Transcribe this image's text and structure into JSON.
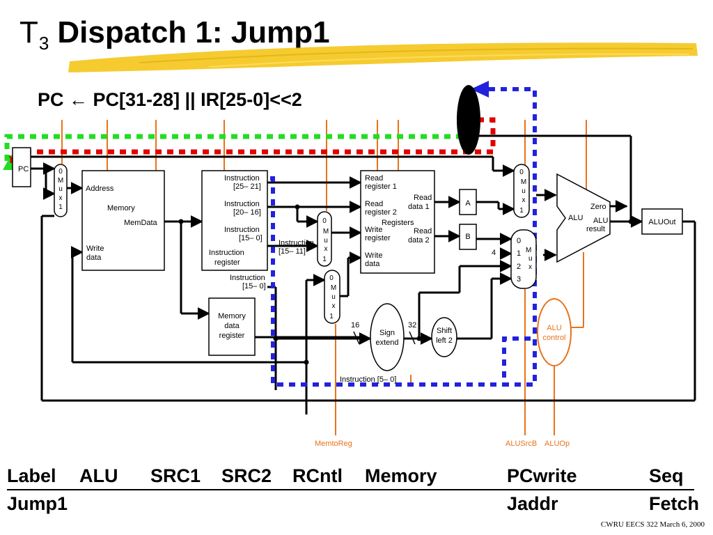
{
  "slide": {
    "title_t": "T",
    "title_sub": "3",
    "title_main": "Dispatch 1: Jump1",
    "formula": "PC ← PC[31-28] || IR[25-0]<<2",
    "footer": "CWRU EECS 322 March 6, 2000",
    "highlight_color": "#f2c200"
  },
  "table": {
    "headers": [
      "Label",
      "ALU",
      "SRC1",
      "SRC2",
      "RCntl",
      "Memory",
      "PCwrite",
      "Seq"
    ],
    "row": {
      "label": "Jump1",
      "pcwrite": "Jaddr",
      "seq": "Fetch"
    }
  },
  "diagram": {
    "pc": "PC",
    "mux_pc": [
      "0",
      "M",
      "u",
      "x",
      "1"
    ],
    "mux_regdst": [
      "0",
      "M",
      "u",
      "x",
      "1"
    ],
    "mux_memtoreg": [
      "0",
      "M",
      "u",
      "x",
      "1"
    ],
    "mux_alusrca": [
      "0",
      "M",
      "u",
      "x",
      "1"
    ],
    "mux_alusrcb": {
      "inputs": [
        "0",
        "1",
        "2",
        "3"
      ],
      "letters": [
        "M",
        "u",
        "x"
      ],
      "const4": "4"
    },
    "memory": {
      "address": "Address",
      "name": "Memory",
      "memdata": "MemData",
      "write1": "Write",
      "write2": "data"
    },
    "ir": {
      "f1a": "Instruction",
      "f1b": "[25– 21]",
      "f2a": "Instruction",
      "f2b": "[20– 16]",
      "f3a": "Instruction",
      "f3b": "[15– 0]",
      "reg1": "Instruction",
      "reg2": "register",
      "f4a": "Instruction",
      "f4b": "[15– 11]",
      "f5a": "Instruction",
      "f5b": "[15– 0]"
    },
    "mdr": [
      "Memory",
      "data",
      "register"
    ],
    "regs": {
      "rr1a": "Read",
      "rr1b": "register 1",
      "rr2a": "Read",
      "rr2b": "register 2",
      "wra": "Write",
      "wrb": "register",
      "wda": "Write",
      "wdb": "data",
      "rd1a": "Read",
      "rd1b": "data 1",
      "rd2a": "Read",
      "rd2b": "data 2",
      "name": "Registers"
    },
    "a": "A",
    "b": "B",
    "sign_extend": [
      "Sign",
      "extend"
    ],
    "shift_left": [
      "Shift",
      "left 2"
    ],
    "bits16": "16",
    "bits32": "32",
    "alu": {
      "name": "ALU",
      "zero": "Zero",
      "result1": "ALU",
      "result2": "result"
    },
    "aluout": "ALUOut",
    "alu_control": [
      "ALU",
      "control"
    ],
    "instr50": "Instruction [5– 0]",
    "signals": {
      "memtoreg": "MemtoReg",
      "alusrcb": "ALUSrcB",
      "aluop": "ALUOp"
    },
    "colors": {
      "control": "#e8731a",
      "green_path": "#22dd22",
      "red_path": "#e00000",
      "blue_path": "#2222dd"
    }
  }
}
